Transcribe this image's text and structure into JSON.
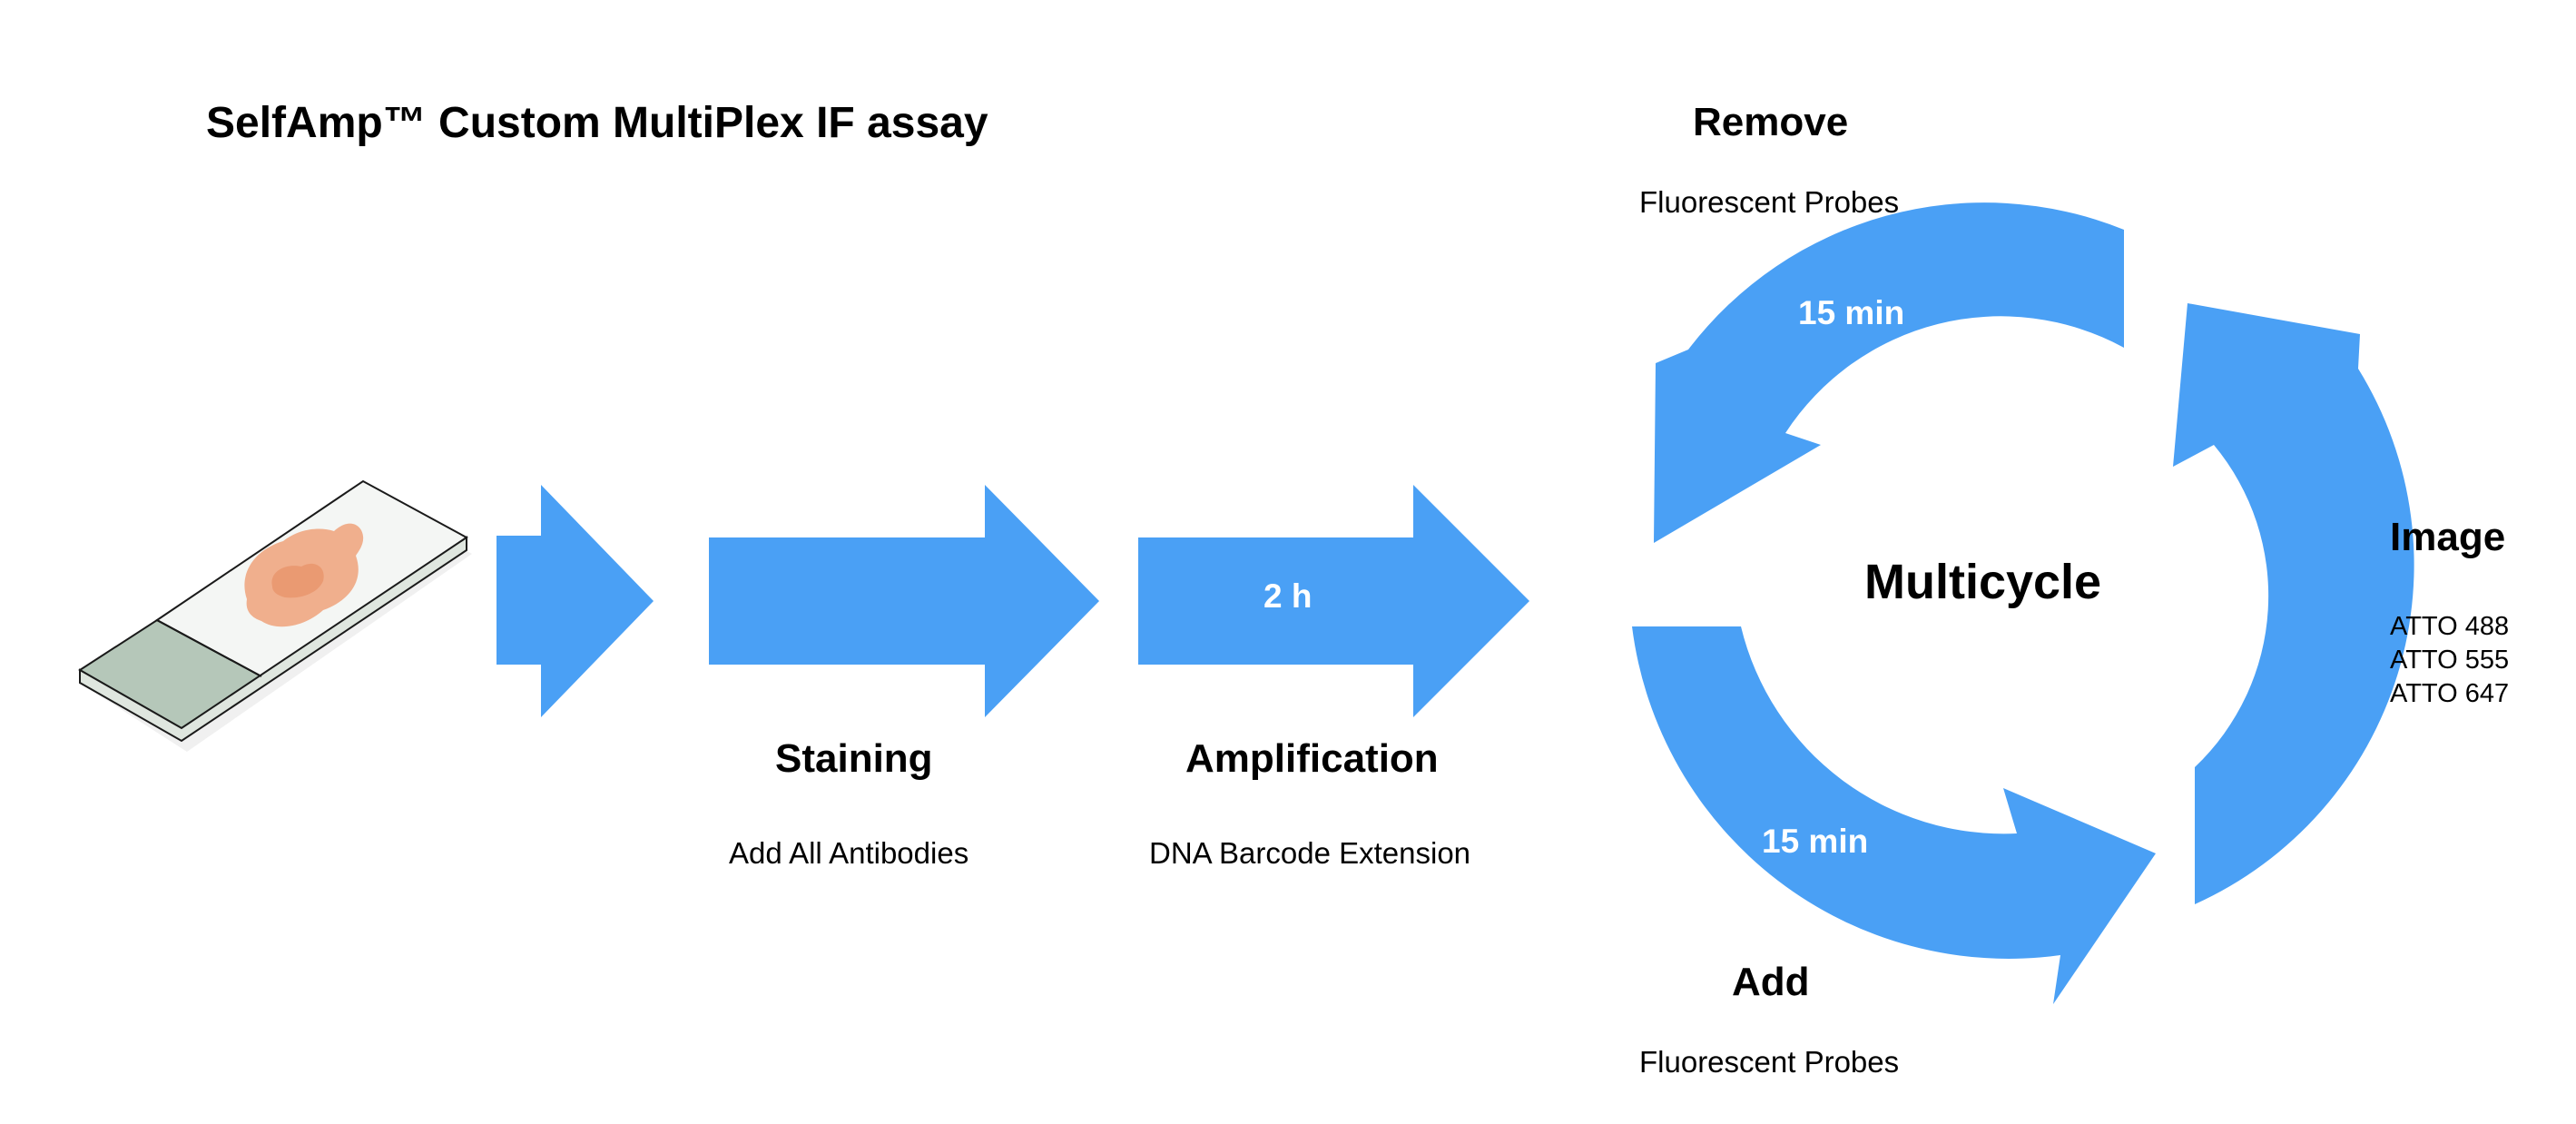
{
  "title": "SelfAmp™  Custom MultiPlex IF assay",
  "colors": {
    "arrow": "#4aa0f5",
    "slide_outline": "#1a1a1a",
    "slide_frost": "#b5c7b9",
    "tissue": "#eea27a"
  },
  "icons": {
    "slide": "microscope-slide-icon"
  },
  "linear_steps": [
    {
      "name": "Staining",
      "description": "Add All Antibodies",
      "duration": ""
    },
    {
      "name": "Amplification",
      "description": "DNA Barcode Extension",
      "duration": "2 h"
    }
  ],
  "cycle": {
    "center_label": "Multicycle",
    "remove": {
      "name": "Remove",
      "description": "Fluorescent Probes",
      "duration": "15 min"
    },
    "add": {
      "name": "Add",
      "description": "Fluorescent Probes",
      "duration": "15 min"
    },
    "image": {
      "name": "Image",
      "dyes": [
        "ATTO 488",
        "ATTO 555",
        "ATTO 647"
      ]
    }
  }
}
